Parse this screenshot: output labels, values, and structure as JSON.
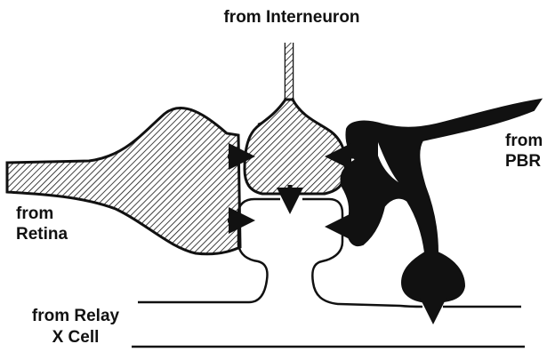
{
  "labels": {
    "interneuron": "from Interneuron",
    "pbr_line1": "from",
    "pbr_line2": "PBR",
    "retina_line1": "from",
    "retina_line2": "Retina",
    "relay_line1": "from Relay",
    "relay_line2": "X Cell"
  },
  "colors": {
    "ink": "#111111",
    "background": "#ffffff"
  }
}
